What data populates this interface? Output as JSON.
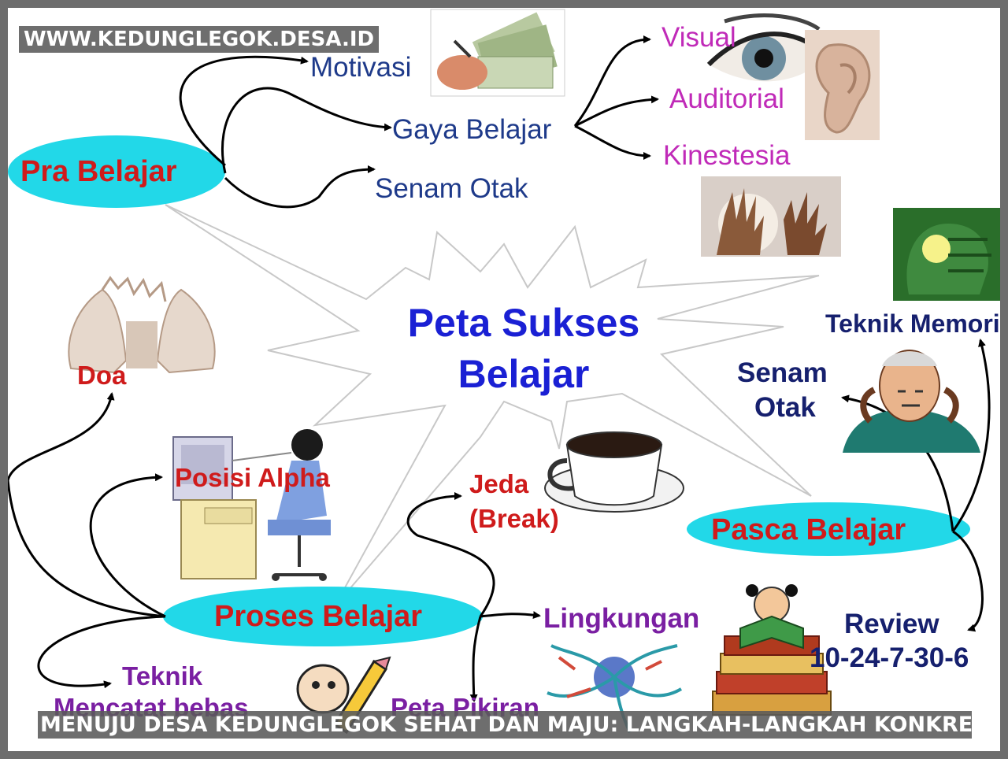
{
  "watermark": "WWW.KEDUNGLEGOK.DESA.ID",
  "caption": "MENUJU DESA KEDUNGLEGOK SEHAT DAN MAJU: LANGKAH-LANGKAH KONKRET UNTUK SUKSES",
  "center": {
    "line1": "Peta Sukses",
    "line2": "Belajar"
  },
  "nodes": {
    "pra_belajar": "Pra Belajar",
    "proses_belajar": "Proses Belajar",
    "pasca_belajar": "Pasca Belajar"
  },
  "pra_items": {
    "motivasi": "Motivasi",
    "gaya_belajar": "Gaya Belajar",
    "senam_otak": "Senam Otak"
  },
  "gaya_items": {
    "visual": "Visual",
    "auditorial": "Auditorial",
    "kinestesia": "Kinestesia"
  },
  "proses_items": {
    "doa": "Doa",
    "posisi_alpha": "Posisi  Alpha",
    "jeda_line1": "Jeda",
    "jeda_line2": "(Break)",
    "lingkungan": "Lingkungan",
    "teknik_line1": "Teknik",
    "teknik_line2": "Mencatat bebas",
    "peta_pikiran": "Peta Pikiran"
  },
  "pasca_items": {
    "teknik_memori": "Teknik Memori",
    "senam_line1": "Senam",
    "senam_line2": "Otak",
    "review_line1": "Review",
    "review_line2": "10-24-7-30-6"
  },
  "colors": {
    "ellipse_fill": "#22d8e8",
    "center_text": "#1a20d4",
    "node_text": "#cf1b1b",
    "pra_text": "#1e3a8a",
    "gaya_text": "#c02ab8",
    "proses_text": "#7a1fa2",
    "pasca_text": "#16206e"
  },
  "icons": [
    "money-hand-icon",
    "eye-icon",
    "ear-icon",
    "hands-light-icon",
    "brain-head-icon",
    "praying-hands-icon",
    "computer-user-icon",
    "coffee-cup-icon",
    "thinking-man-icon",
    "pencil-cartoon-icon",
    "mind-map-icon",
    "reading-child-icon"
  ]
}
